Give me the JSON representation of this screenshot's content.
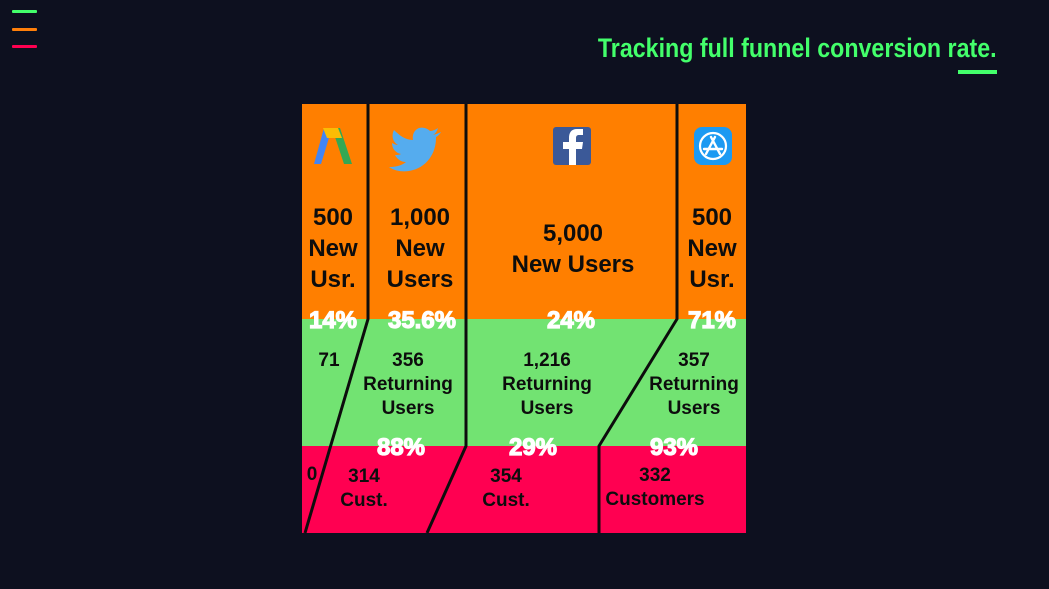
{
  "header": {
    "title": "Tracking full funnel conversion rate."
  },
  "menu": {
    "icon": "hamburger-menu-icon",
    "bar_colors": [
      "#43ff6b",
      "#ff7f0a",
      "#ff0051"
    ]
  },
  "colors": {
    "background": "#0d101f",
    "new_users": "#ff7f00",
    "returning_users": "#72e372",
    "customers": "#ff0051",
    "accent": "#43ff6b"
  },
  "chart_data": {
    "type": "funnel-mosaic",
    "stages": [
      "New Users",
      "Returning Users",
      "Customers"
    ],
    "channels": [
      {
        "name": "Google Ads",
        "icon": "google-ads-icon",
        "new_users": 500,
        "new_label": [
          "500",
          "New",
          "Usr."
        ],
        "new_to_returning_pct": "14%",
        "returning_users": 71,
        "returning_label": [
          "71"
        ],
        "returning_to_customer_pct": "",
        "customers": 0,
        "customers_label": [
          "0"
        ]
      },
      {
        "name": "Twitter",
        "icon": "twitter-icon",
        "new_users": 1000,
        "new_label": [
          "1,000",
          "New",
          "Users"
        ],
        "new_to_returning_pct": "35.6%",
        "returning_users": 356,
        "returning_label": [
          "356",
          "Returning",
          "Users"
        ],
        "returning_to_customer_pct": "88%",
        "customers": 314,
        "customers_label": [
          "314",
          "Cust."
        ]
      },
      {
        "name": "Facebook",
        "icon": "facebook-icon",
        "new_users": 5000,
        "new_label": [
          "5,000",
          "New Users"
        ],
        "new_to_returning_pct": "24%",
        "returning_users": 1216,
        "returning_label": [
          "1,216",
          "Returning",
          "Users"
        ],
        "returning_to_customer_pct": "29%",
        "customers": 354,
        "customers_label": [
          "354",
          "Cust."
        ]
      },
      {
        "name": "App Store",
        "icon": "app-store-icon",
        "new_users": 500,
        "new_label": [
          "500",
          "New",
          "Usr."
        ],
        "new_to_returning_pct": "71%",
        "returning_users": 357,
        "returning_label": [
          "357",
          "Returning",
          "Users"
        ],
        "returning_to_customer_pct": "93%",
        "customers": 332,
        "customers_label": [
          "332",
          "Customers"
        ]
      }
    ]
  }
}
